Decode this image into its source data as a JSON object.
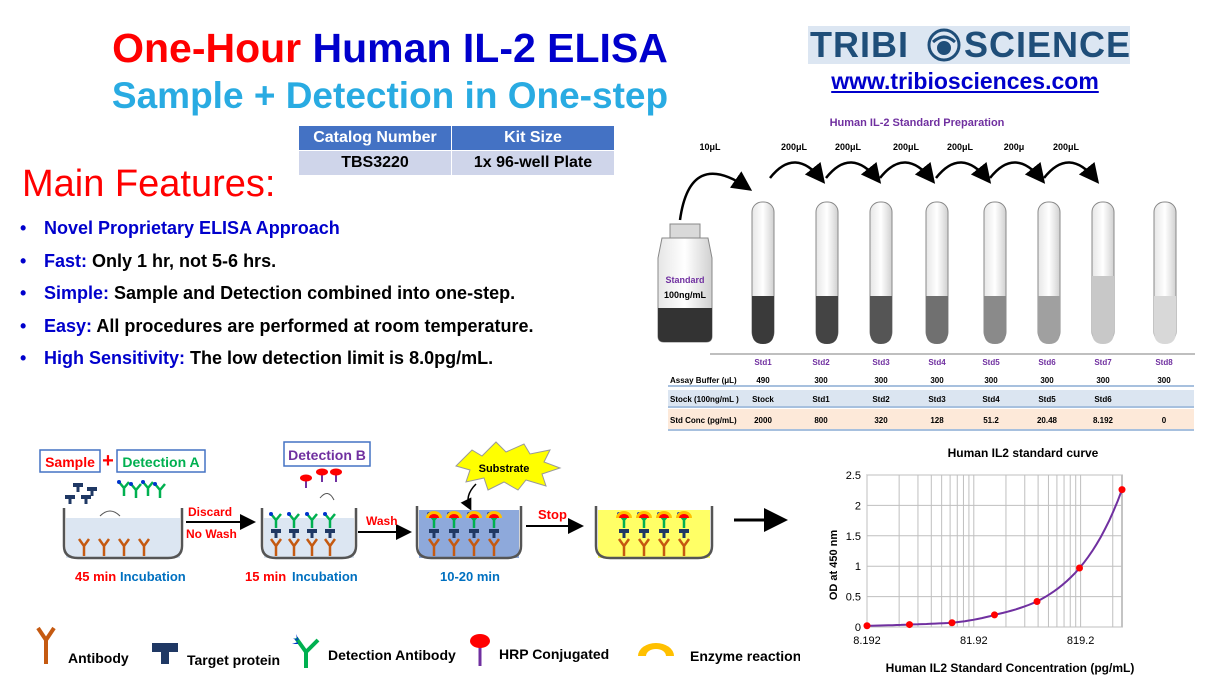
{
  "title": {
    "line1_red": "One-Hour",
    "line1_blue": "Human IL-2 ELISA",
    "line2": "Sample + Detection in One-step"
  },
  "catalog": {
    "headers": [
      "Catalog Number",
      "Kit Size"
    ],
    "values": [
      "TBS3220",
      "1x 96-well Plate"
    ]
  },
  "logo": {
    "left": "TRIBI",
    "right": "SCIENCE",
    "url": "www.tribiosciences.com"
  },
  "features": {
    "title": "Main Features:",
    "items": [
      {
        "key": "Novel Proprietary ELISA Approach",
        "desc": ""
      },
      {
        "key": "Fast:",
        "desc": "Only 1 hr,  not 5-6 hrs."
      },
      {
        "key": "Simple:",
        "desc": "Sample and Detection combined into one-step."
      },
      {
        "key": "Easy:",
        "desc": "All procedures are performed at room temperature."
      },
      {
        "key": "High Sensitivity:",
        "desc": "The low detection limit is 8.0pg/mL."
      }
    ]
  },
  "std_prep": {
    "title": "Human IL-2 Standard Preparation",
    "transfers": [
      "10μL",
      "200μL",
      "200μL",
      "200μL",
      "200μL",
      "200μ",
      "200μL"
    ],
    "vial_label_1": "Standard",
    "vial_label_2": "100ng/mL",
    "row_labels": [
      "Assay Buffer (μL)",
      "Stock (100ng/mL )",
      "Std Conc (pg/mL)"
    ],
    "stds": [
      "Std1",
      "Std2",
      "Std3",
      "Std4",
      "Std5",
      "Std6",
      "Std7",
      "Std8"
    ],
    "buffer": [
      "490",
      "300",
      "300",
      "300",
      "300",
      "300",
      "300",
      "300"
    ],
    "stock": [
      "Stock",
      "Std1",
      "Std2",
      "Std3",
      "Std4",
      "Std5",
      "Std6",
      ""
    ],
    "conc": [
      "2000",
      "800",
      "320",
      "128",
      "51.2",
      "20.48",
      "8.192",
      "0"
    ],
    "colors": {
      "header": "#7030a0",
      "stock_row_bg": "#dbe5f1",
      "conc_row_bg": "#fde9d9"
    }
  },
  "procedure": {
    "sample": "Sample",
    "plus": "+",
    "detection_a": "Detection A",
    "detection_b": "Detection B",
    "discard": "Discard",
    "no_wash": "No Wash",
    "wash": "Wash",
    "substrate": "Substrate",
    "stop": "Stop",
    "step1_time": "45 min",
    "step1_label": "Incubation",
    "step2_time": "15 min",
    "step2_label": "Incubation",
    "step3_time": "10-20 min"
  },
  "legend": {
    "antibody": "Antibody",
    "target": "Target protein",
    "detection_antibody": "Detection Antibody",
    "hrp": "HRP Conjugated",
    "enzyme": "Enzyme reaction"
  },
  "chart_data": {
    "type": "scatter",
    "title": "Human IL2 standard curve",
    "xlabel": "Human IL2 Standard Concentration (pg/mL)",
    "ylabel": "OD at 450 nm",
    "xscale": "log",
    "xlim": [
      8.192,
      2000
    ],
    "ylim": [
      0,
      2.5
    ],
    "xticks": [
      "8.192",
      "81.92",
      "819.2"
    ],
    "yticks": [
      "0",
      "0.5",
      "1",
      "1.5",
      "2",
      "2.5"
    ],
    "grid": true,
    "legend": "none",
    "series": [
      {
        "x": [
          8.192,
          20.48,
          51.2,
          128,
          320,
          800,
          2000
        ],
        "y": [
          0.02,
          0.04,
          0.07,
          0.2,
          0.42,
          0.97,
          2.26
        ],
        "point_color": "#ff0000",
        "line_color": "#7030a0"
      }
    ]
  }
}
